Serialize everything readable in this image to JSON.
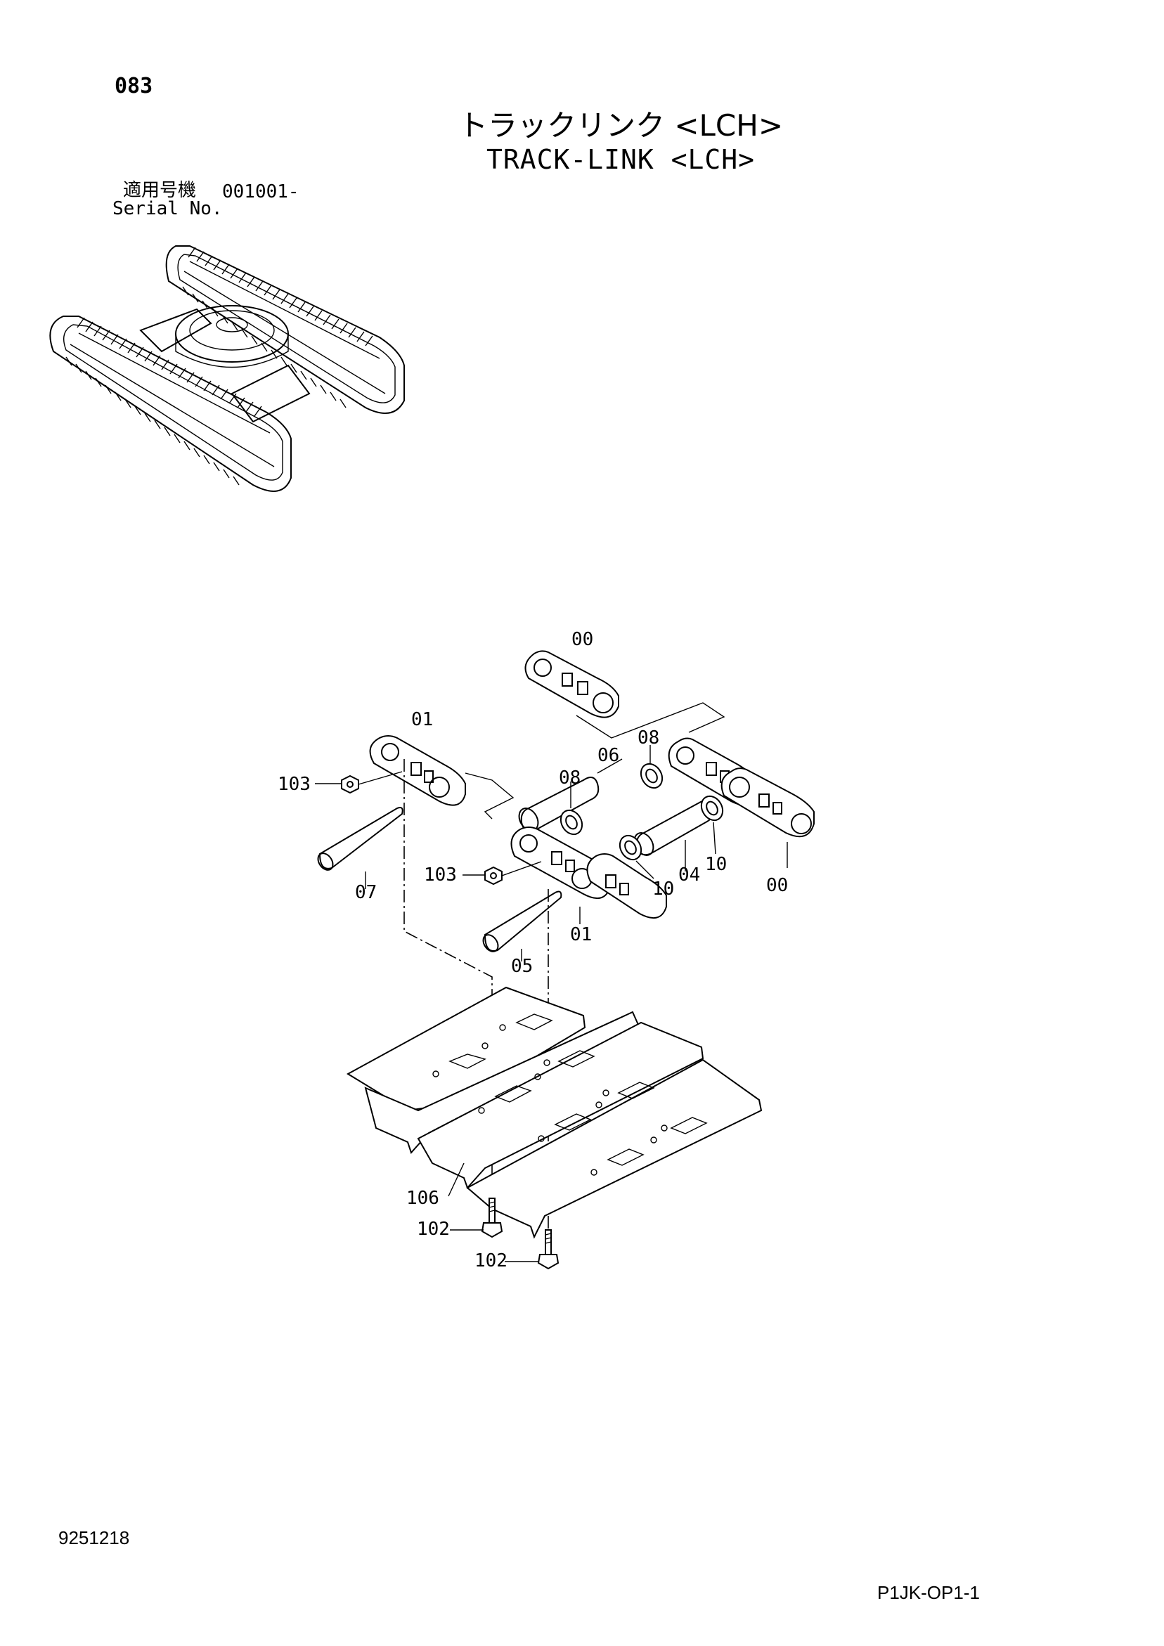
{
  "header": {
    "page_number": "083",
    "title_jp": "トラックリンク <LCH>",
    "title_en": "TRACK-LINK <LCH>",
    "serial_label_jp": "適用号機",
    "serial_value": "001001-",
    "serial_label_en": "Serial No."
  },
  "callouts": {
    "c00_top": "00",
    "c01_top": "01",
    "c103_top": "103",
    "c06": "06",
    "c08_left": "08",
    "c08_right": "08",
    "c07": "07",
    "c103_mid": "103",
    "c10_mid": "10",
    "c04": "04",
    "c10_right": "10",
    "c00_right": "00",
    "c01_mid": "01",
    "c05": "05",
    "c106": "106",
    "c102_a": "102",
    "c102_b": "102"
  },
  "footer": {
    "doc_number": "9251218",
    "page_code": "P1JK-OP1-1"
  }
}
